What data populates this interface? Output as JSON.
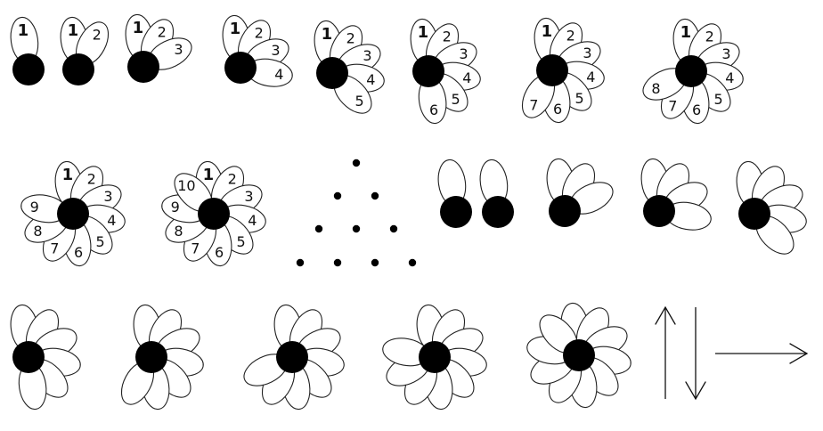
{
  "colors": {
    "petal_stroke": "#222222",
    "center": "#000000",
    "background": "#ffffff"
  },
  "numbered_rows": [
    {
      "petals_shown": 1,
      "labels": [
        "1"
      ]
    },
    {
      "petals_shown": 2,
      "labels": [
        "1",
        "2"
      ]
    },
    {
      "petals_shown": 3,
      "labels": [
        "1",
        "2",
        "3"
      ]
    },
    {
      "petals_shown": 4,
      "labels": [
        "1",
        "2",
        "3",
        "4"
      ]
    },
    {
      "petals_shown": 5,
      "labels": [
        "1",
        "2",
        "3",
        "4",
        "5"
      ]
    },
    {
      "petals_shown": 6,
      "labels": [
        "1",
        "2",
        "3",
        "4",
        "5",
        "6"
      ]
    },
    {
      "petals_shown": 7,
      "labels": [
        "1",
        "2",
        "3",
        "4",
        "5",
        "6",
        "7"
      ]
    },
    {
      "petals_shown": 8,
      "labels": [
        "1",
        "2",
        "3",
        "4",
        "5",
        "6",
        "7",
        "8"
      ]
    },
    {
      "petals_shown": 9,
      "labels": [
        "1",
        "2",
        "3",
        "4",
        "5",
        "6",
        "7",
        "8",
        "9"
      ]
    },
    {
      "petals_shown": 10,
      "labels": [
        "1",
        "2",
        "3",
        "4",
        "5",
        "6",
        "7",
        "8",
        "9",
        "10"
      ]
    }
  ],
  "dot_triangle_rows": [
    1,
    2,
    3,
    4
  ],
  "unnumbered_flowers": [
    {
      "petals_shown": 1
    },
    {
      "petals_shown": 1
    },
    {
      "petals_shown": 3
    },
    {
      "petals_shown": 4
    },
    {
      "petals_shown": 5
    },
    {
      "petals_shown": 6
    },
    {
      "petals_shown": 7
    },
    {
      "petals_shown": 8
    },
    {
      "petals_shown": 9
    },
    {
      "petals_shown": 10
    }
  ],
  "arrows": [
    "up",
    "down",
    "right"
  ]
}
